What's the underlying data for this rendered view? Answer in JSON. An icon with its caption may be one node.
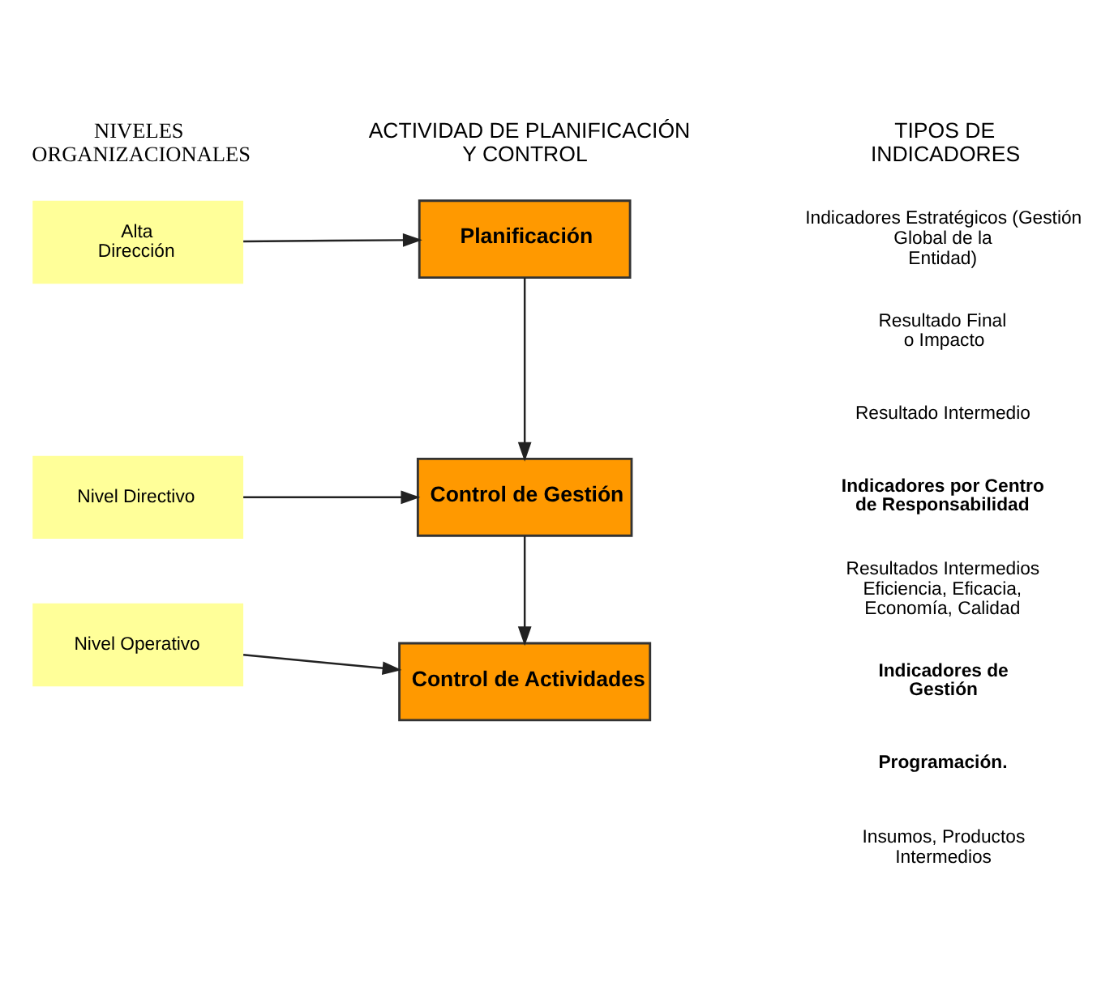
{
  "diagram": {
    "nodes": [
      {
        "text": [
          "Alta Dirección"
        ]
      },
      {
        "text": [
          "Nivel Directivo"
        ]
      },
      {
        "text": [
          "Nivel Operativo"
        ]
      },
      {
        "text": [
          "Planificación"
        ]
      },
      {
        "text": [
          "Control de Gestión"
        ]
      },
      {
        "text": [
          "Control de Actividades"
        ]
      }
    ],
    "edges": [
      {
        "from": 0,
        "to": 3,
        "arrow": "to"
      },
      {
        "from": 3,
        "to": 4,
        "arrow": "to"
      },
      {
        "from": 1,
        "to": 4,
        "arrow": "to"
      },
      {
        "from": 4,
        "to": 5,
        "arrow": "to"
      },
      {
        "from": 2,
        "to": 5,
        "arrow": "to"
      }
    ],
    "labels": [
      "NIVELES ORGANIZACIONALES",
      "ACTIVIDAD DE PLANIFICACIÓN Y CONTROL",
      "TIPOS DE INDICADORES",
      "Indicadores Estratégicos (Gestión Global de la Entidad)",
      "Resultado Final o Impacto",
      "Resultado Intermedio",
      "Indicadores por Centro de Responsabilidad",
      "Resultados Intermedios Eficiencia, Eficacia, Economía, Calidad",
      "Indicadores de Gestión",
      "Programación.",
      "Insumos, Productos Intermedios"
    ]
  }
}
